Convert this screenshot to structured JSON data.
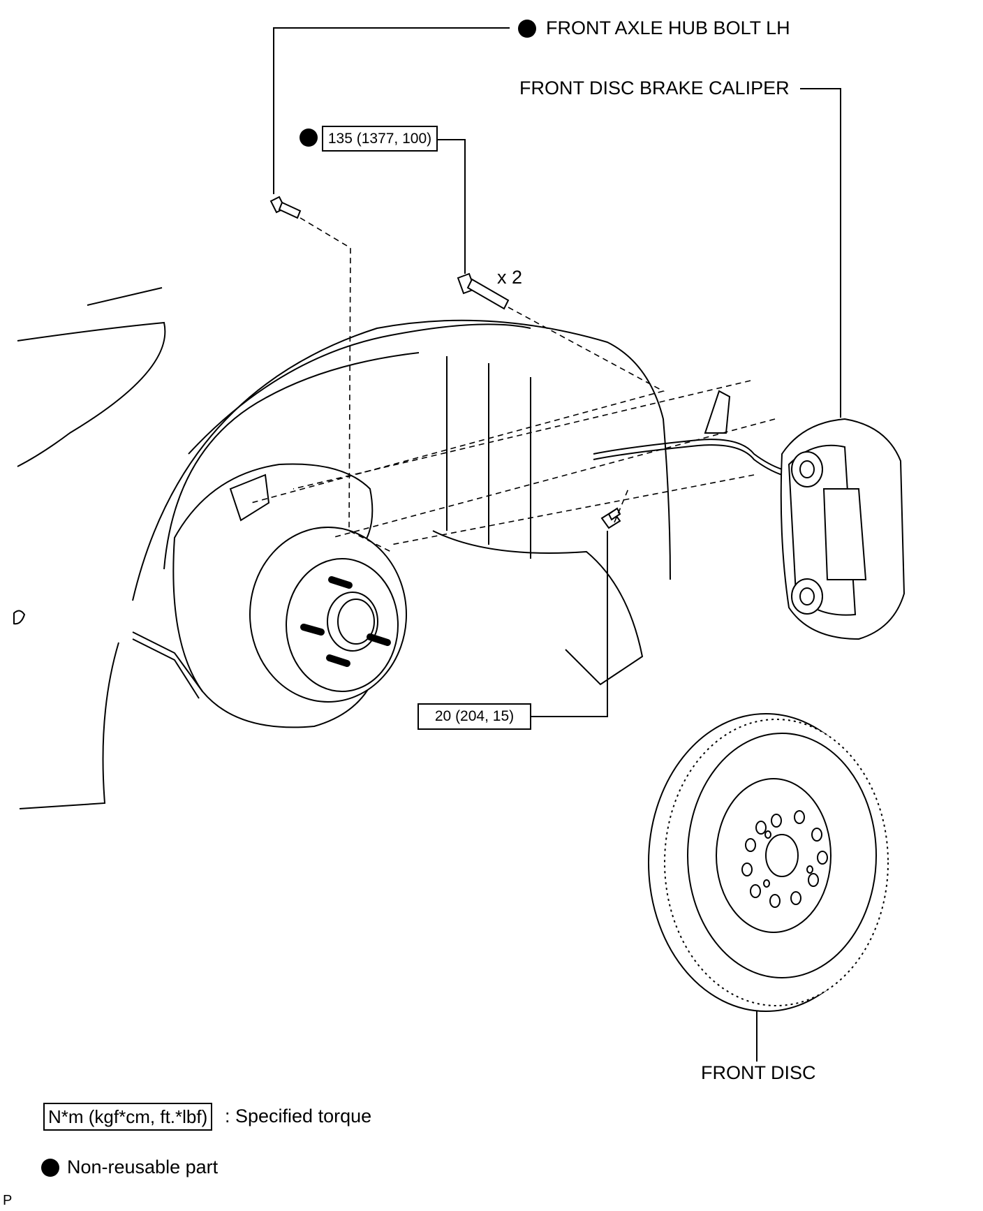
{
  "callouts": {
    "hub_bolt": "FRONT AXLE HUB BOLT LH",
    "caliper": "FRONT DISC BRAKE CALIPER",
    "disc": "FRONT DISC"
  },
  "torques": {
    "caliper_bolt": "135 (1377, 100)",
    "caliper_bolt_qty": "x 2",
    "sensor_bolt": "20 (204, 15)"
  },
  "legend": {
    "torque_units": "N*m (kgf*cm, ft.*lbf)",
    "torque_text": ": Specified torque",
    "non_reusable_text": "Non-reusable part"
  },
  "footer_code": "P",
  "colors": {
    "line": "#000000",
    "fill": "#ffffff"
  }
}
